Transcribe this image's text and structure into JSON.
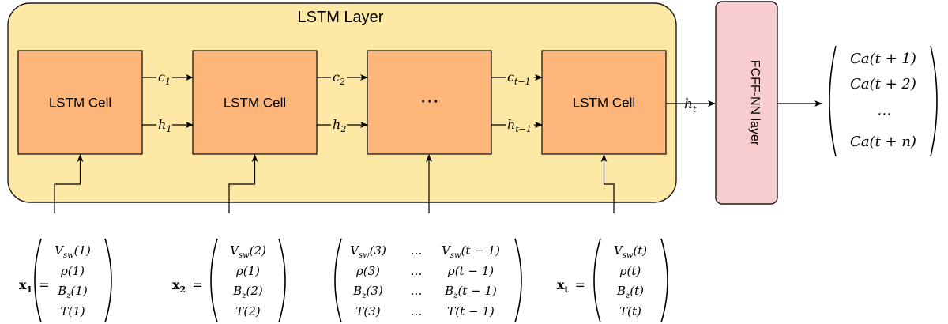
{
  "colors": {
    "layer_fill": "#fde8a6",
    "layer_stroke": "#1a1a1a",
    "cell_fill": "#fdb57a",
    "cell_stroke": "#1a1a1a",
    "fc_fill": "#f8cdcf",
    "line": "#000000"
  },
  "lstm_layer": {
    "title": "LSTM Layer"
  },
  "cells": [
    {
      "label": "LSTM Cell"
    },
    {
      "label": "LSTM Cell"
    },
    {
      "label": "⋯"
    },
    {
      "label": "LSTM Cell"
    }
  ],
  "connections": [
    {
      "c": {
        "base": "c",
        "sub": "1"
      },
      "h": {
        "base": "h",
        "sub": "1"
      }
    },
    {
      "c": {
        "base": "c",
        "sub": "2"
      },
      "h": {
        "base": "h",
        "sub": "2"
      }
    },
    {
      "c": {
        "base": "c",
        "sub": "t−1"
      },
      "h": {
        "base": "h",
        "sub": "t−1"
      }
    }
  ],
  "output_hidden": {
    "base": "h",
    "sub": "t"
  },
  "fc_layer": {
    "label": "FCFF-NN layer"
  },
  "output_vector": {
    "rows": [
      "Ca(t + 1)",
      "Ca(t + 2)",
      "⋯",
      "Ca(t + n)"
    ]
  },
  "inputs": [
    {
      "name": "x",
      "sub": "1",
      "eq": "=",
      "rows": [
        [
          "V",
          "sw",
          "(1)"
        ],
        [
          "ρ(1)"
        ],
        [
          "B",
          "z",
          "(1)"
        ],
        [
          "T(1)"
        ]
      ]
    },
    {
      "name": "x",
      "sub": "2",
      "eq": "=",
      "rows": [
        [
          "V",
          "sw",
          "(2)"
        ],
        [
          "ρ(1)"
        ],
        [
          "B",
          "z",
          "(2)"
        ],
        [
          "T(2)"
        ]
      ]
    },
    {
      "name": "",
      "sub": "",
      "eq": "",
      "matrix": [
        [
          [
            "V",
            "sw",
            "(3)"
          ],
          [
            "…"
          ],
          [
            "V",
            "sw",
            "(t − 1)"
          ]
        ],
        [
          [
            "ρ(3)"
          ],
          [
            "…"
          ],
          [
            "ρ(t − 1)"
          ]
        ],
        [
          [
            "B",
            "z",
            "(3)"
          ],
          [
            "…"
          ],
          [
            "B",
            "z",
            "(t − 1)"
          ]
        ],
        [
          [
            "T(3)"
          ],
          [
            "…"
          ],
          [
            "T(t − 1)"
          ]
        ]
      ]
    },
    {
      "name": "x",
      "sub": "t",
      "eq": "=",
      "rows": [
        [
          "V",
          "sw",
          "(t)"
        ],
        [
          "ρ(t)"
        ],
        [
          "B",
          "z",
          "(t)"
        ],
        [
          "T(t)"
        ]
      ]
    }
  ]
}
